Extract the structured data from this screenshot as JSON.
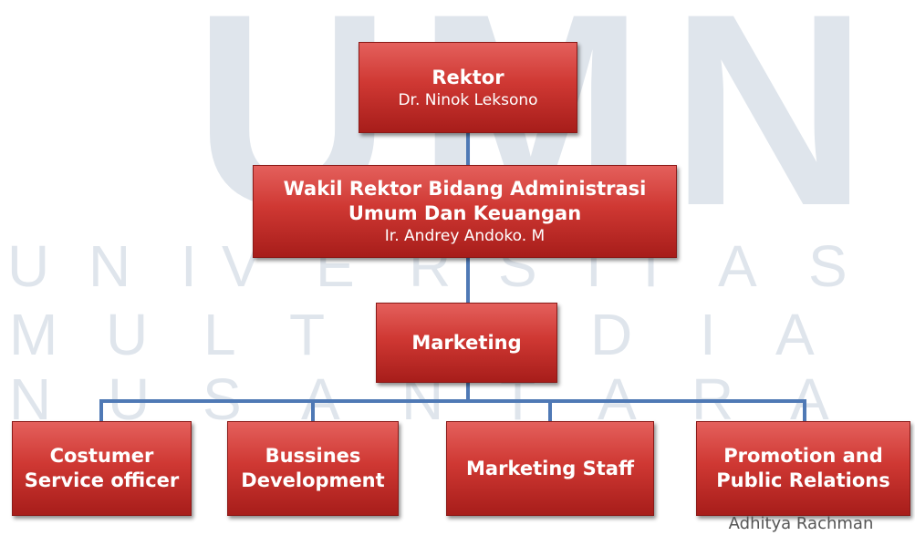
{
  "watermark": {
    "big": "UMN",
    "line1": [
      "U",
      "N",
      "I",
      "V",
      "E",
      "R",
      "S",
      "I",
      "T",
      "A",
      "S"
    ],
    "line2": [
      "M",
      "U",
      "L",
      "T",
      "I",
      "M",
      "E",
      "D",
      "I",
      "A"
    ],
    "line3": [
      "N",
      "U",
      "S",
      "A",
      "N",
      "T",
      "A",
      "R",
      "A"
    ]
  },
  "org": {
    "rektor": {
      "title": "Rektor",
      "name": "Dr. Ninok Leksono"
    },
    "wakil": {
      "title_line1": "Wakil Rektor Bidang Administrasi",
      "title_line2": "Umum Dan Keuangan",
      "name": "Ir. Andrey Andoko. M"
    },
    "marketing": {
      "title": "Marketing"
    },
    "children": [
      {
        "line1": "Costumer",
        "line2": "Service officer"
      },
      {
        "line1": "Bussines",
        "line2": "Development"
      },
      {
        "line1": "Marketing Staff"
      },
      {
        "line1": "Promotion and",
        "line2": "Public Relations",
        "name": "Adhitya Rachman"
      }
    ]
  },
  "colors": {
    "box": "#c0302c",
    "connector": "#4f79b5",
    "watermark": "#dfe5ec"
  }
}
